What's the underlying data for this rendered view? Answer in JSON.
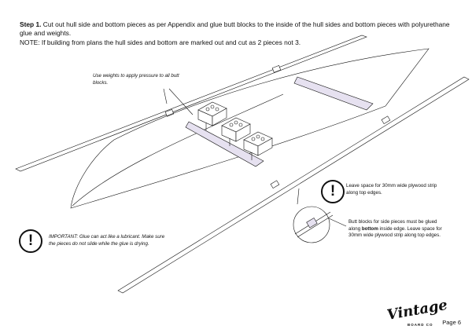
{
  "header": {
    "step_label": "Step 1.",
    "step_text": " Cut out hull side and bottom pieces as per Appendix and glue butt blocks to the inside of the hull sides and bottom pieces with polyurethane glue and weights.",
    "note_line": "NOTE: If building from plans the hull sides and bottom are marked out and cut as 2 pieces not 3."
  },
  "annotations": {
    "weights": "Use weights to apply pressure to all butt blocks.",
    "glue_warning": "IMPORTANT: Glue can act like a lubricant. Make sure the pieces do not slide while the glue is drying.",
    "plywood_space": "Leave space for 30mm wide plywood strip along top edges.",
    "butt_blocks_before": "Butt blocks for side pieces must be glued along ",
    "butt_blocks_bold": "bottom",
    "butt_blocks_after": " inside edge. Leave space for 30mm wide plywood strip along top edges.",
    "warn_symbol": "!"
  },
  "logo": {
    "script": "Vintage",
    "sub": "BOARD CO"
  },
  "footer": {
    "page": "Page 6"
  },
  "colors": {
    "block_fill": "#e6e1f0",
    "line": "#111111"
  }
}
